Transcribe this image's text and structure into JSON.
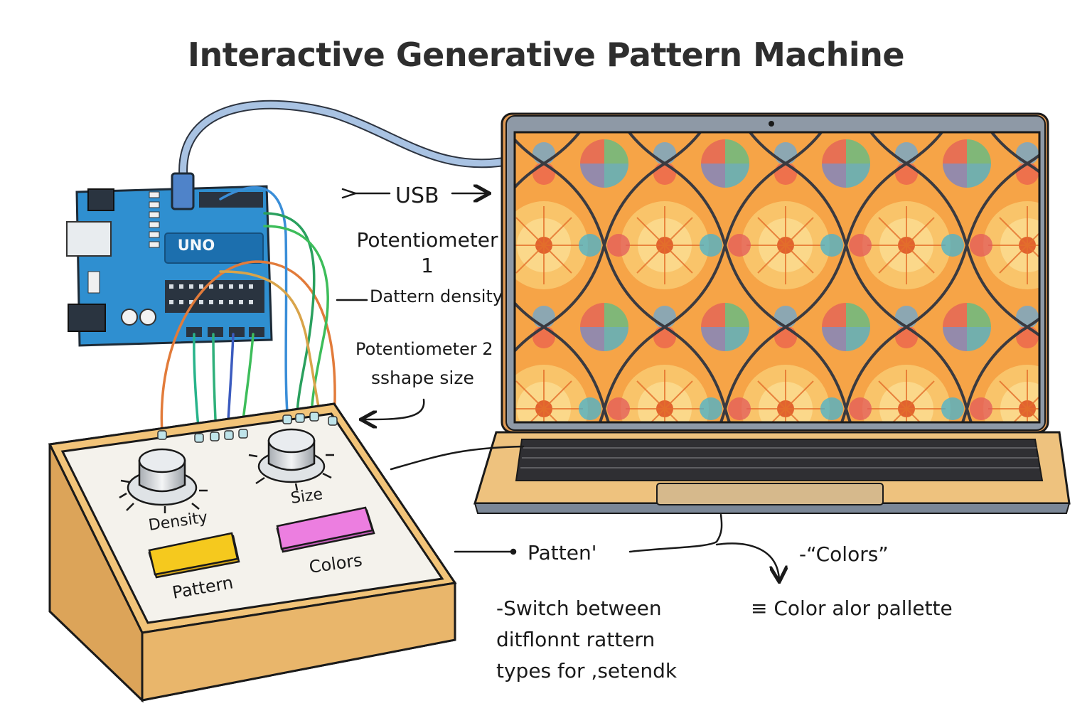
{
  "title": "Interactive Generative Pattern Machine",
  "annotations": {
    "usb": "USB",
    "pot1_title_line1": "Potentiometer",
    "pot1_title_line2": "1",
    "pot1_desc": "Dattern density",
    "pot2_title": "Potentiometer 2",
    "pot2_desc": "sshape size",
    "pattern_arrow_label": "Patten'",
    "pattern_desc_line1": "-Switch between",
    "pattern_desc_line2": "ditflonnt rattern",
    "pattern_desc_line3": "types for ,setendk",
    "colors_label": "-“Colors”",
    "colors_desc": "Color alor pallette"
  },
  "arduino": {
    "board_label": "UNO",
    "colors": {
      "board": "#2f8fd0",
      "board_dark": "#1c5f93",
      "header": "#2a3440"
    }
  },
  "control_box": {
    "knobs": [
      {
        "label": "Density"
      },
      {
        "label": "Size"
      }
    ],
    "buttons": [
      {
        "label": "Pattern",
        "color": "#f5c91e"
      },
      {
        "label": "Colors",
        "color": "#ec7ee0"
      }
    ],
    "colors": {
      "panel": "#f4f2ec",
      "wood": "#efc27a",
      "wood_dark": "#d9a257"
    }
  },
  "laptop": {
    "colors": {
      "bezel": "#8e99a6",
      "deck": "#eec27e",
      "screen_primary": "#f4a33b",
      "screen_accent": "#3fb0c9"
    }
  },
  "wires": {
    "colors": [
      "#e27b3a",
      "#27b38a",
      "#2fb07a",
      "#3b5bbf",
      "#3dbd5a",
      "#8b4fc7",
      "#2aa05e",
      "#d9a44a",
      "#e2643a",
      "#3a8ed8"
    ]
  }
}
